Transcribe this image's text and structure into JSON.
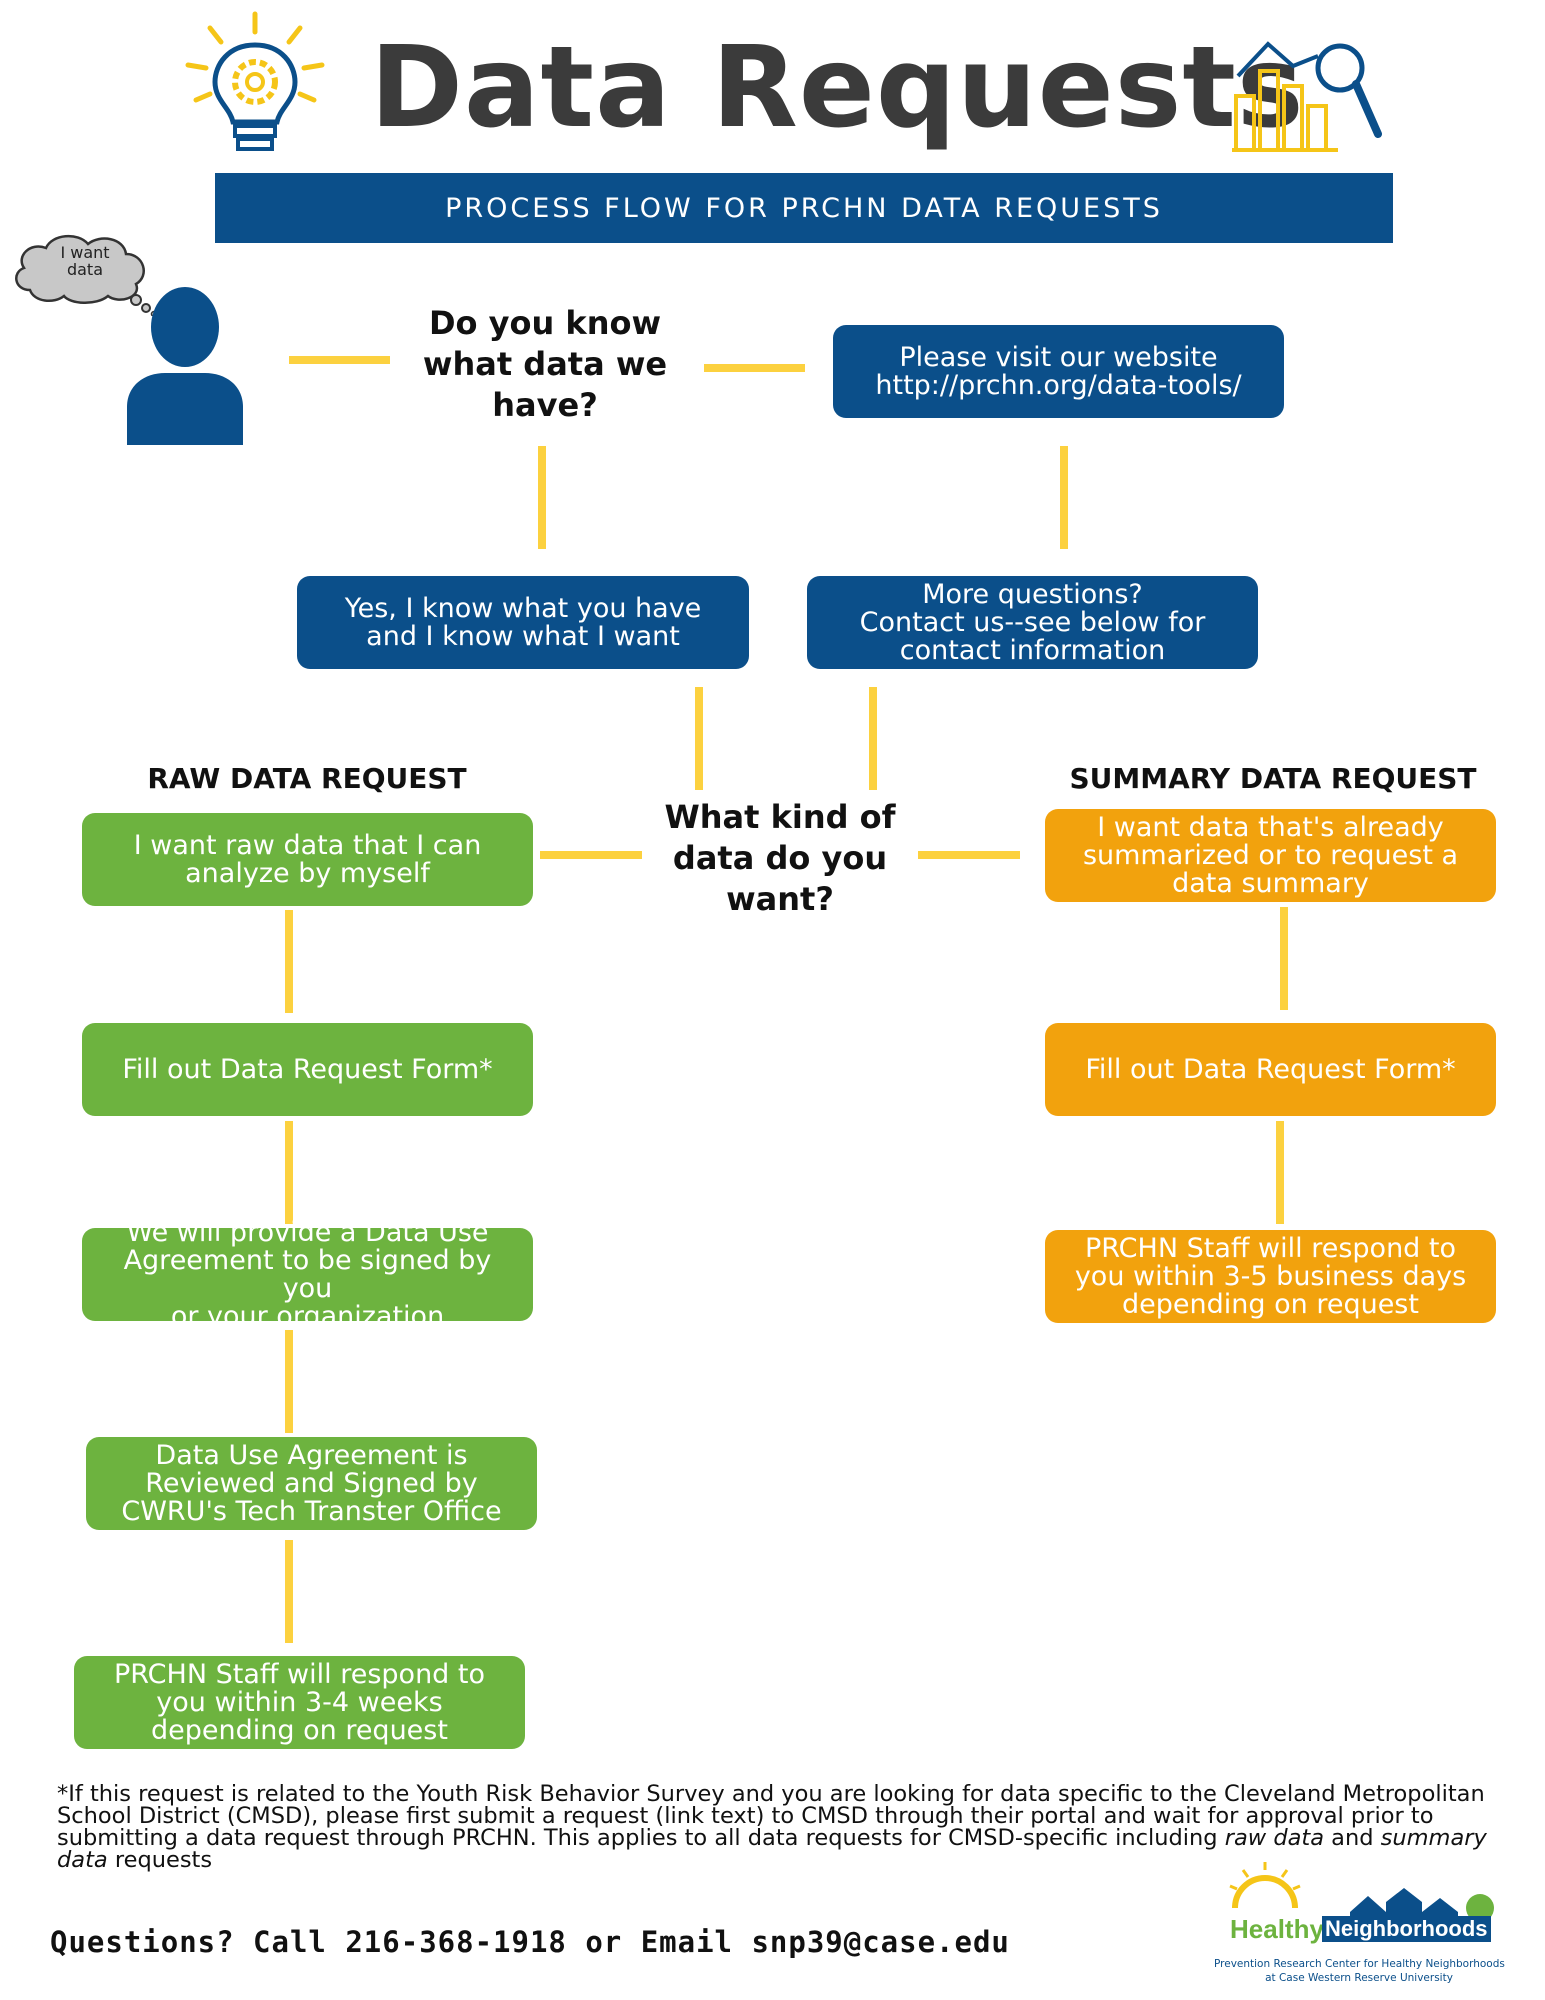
{
  "header": {
    "title": "Data Requests",
    "banner": "PROCESS FLOW FOR PRCHN DATA REQUESTS"
  },
  "thought_bubble": "I want\ndata",
  "flow": {
    "question_know": "Do you know\nwhat data we\nhave?",
    "visit_website": "Please visit our website\nhttp://prchn.org/data-tools/",
    "yes_know": "Yes, I know what you have\nand I know what I want",
    "more_questions": "More questions?\nContact us--see below for\ncontact information",
    "question_kind": "What kind of\ndata do you\nwant?"
  },
  "raw": {
    "heading": "RAW DATA REQUEST",
    "steps": [
      "I want raw data that I can\nanalyze by myself",
      "Fill out Data Request Form*",
      "We will provide a Data Use\nAgreement to be signed by you\nor your organization",
      "Data Use Agreement is\nReviewed and Signed by\nCWRU's Tech Transter Office",
      "PRCHN Staff will respond to\nyou within 3-4 weeks\ndepending on request"
    ]
  },
  "summary": {
    "heading": "SUMMARY DATA REQUEST",
    "steps": [
      "I want data that's already\nsummarized or to request a\ndata summary",
      "Fill out Data Request Form*",
      "PRCHN Staff will respond to\nyou within 3-5 business days\ndepending on request"
    ]
  },
  "footnote": {
    "part1": "*If this request is related to the Youth Risk Behavior Survey and you are looking for data specific to the Cleveland Metropolitan School District (CMSD), please first submit a request (link text) to CMSD through their portal and wait for approval prior to submitting a data request through PRCHN. This applies to all data requests for CMSD-specific including ",
    "em1": "raw data",
    "part2": " and ",
    "em2": "summary data",
    "part3": " requests"
  },
  "contact": "Questions? Call 216-368-1918 or Email snp39@case.edu",
  "logo": {
    "word1": "Healthy",
    "word2": "Neighborhoods",
    "line1": "Prevention Research Center for Healthy Neighborhoods",
    "line2": "at Case Western Reserve University"
  },
  "colors": {
    "blue": "#0b4f8a",
    "green": "#6db33f",
    "orange": "#f2a20d",
    "connector": "#fcd13f"
  }
}
